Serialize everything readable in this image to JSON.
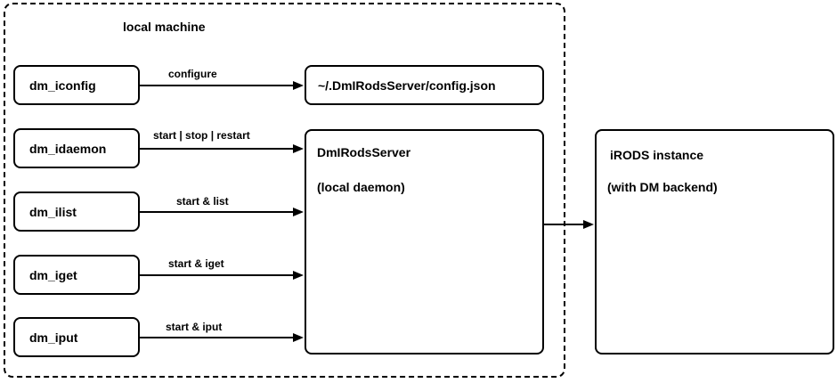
{
  "frame": {
    "title": "local machine"
  },
  "commands": [
    {
      "label": "dm_iconfig",
      "arrow_label": "configure"
    },
    {
      "label": "dm_idaemon",
      "arrow_label": "start | stop | restart"
    },
    {
      "label": "dm_ilist",
      "arrow_label": "start & list"
    },
    {
      "label": "dm_iget",
      "arrow_label": "start & iget"
    },
    {
      "label": "dm_iput",
      "arrow_label": "start & iput"
    }
  ],
  "config_file": {
    "label": "~/.DmIRodsServer/config.json"
  },
  "server": {
    "title": "DmIRodsServer",
    "subtitle": "(local daemon)"
  },
  "irods": {
    "title": "iRODS instance",
    "subtitle": "(with DM backend)"
  }
}
